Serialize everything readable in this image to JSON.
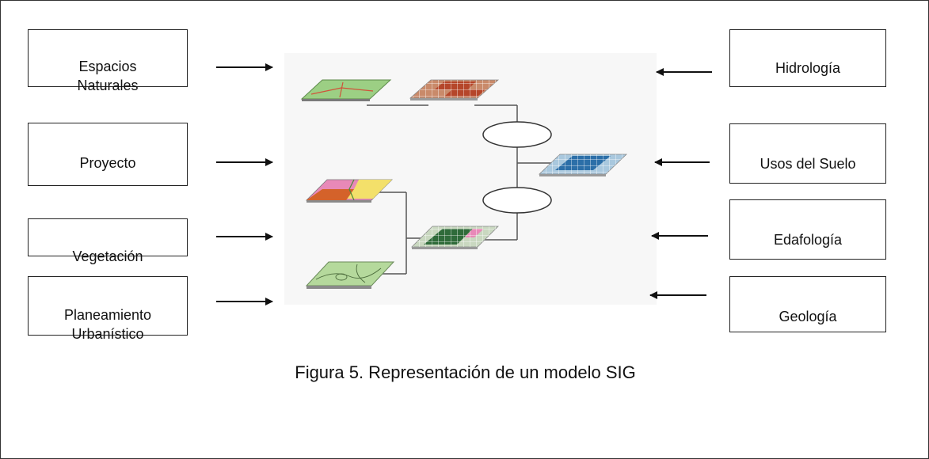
{
  "left_inputs": [
    {
      "label": "Espacios\nNaturales"
    },
    {
      "label": "Proyecto"
    },
    {
      "label": "Vegetación"
    },
    {
      "label": "Planeamiento\nUrbanístico"
    }
  ],
  "right_inputs": [
    {
      "label": "Hidrología"
    },
    {
      "label": "Usos del Suelo"
    },
    {
      "label": "Edafología"
    },
    {
      "label": "Geología"
    }
  ],
  "caption": "Figura 5. Representación de un modelo SIG",
  "colors": {
    "line": "#222222",
    "layer_green": "#9ccf84",
    "layer_red": "#b5462a",
    "layer_blue": "#2c6fa8",
    "layer_dark_green": "#2f6b3a",
    "layer_pink": "#e889b8",
    "layer_yellow": "#f3e06a",
    "layer_orange": "#d4622a",
    "backdrop": "#f7f7f7"
  }
}
